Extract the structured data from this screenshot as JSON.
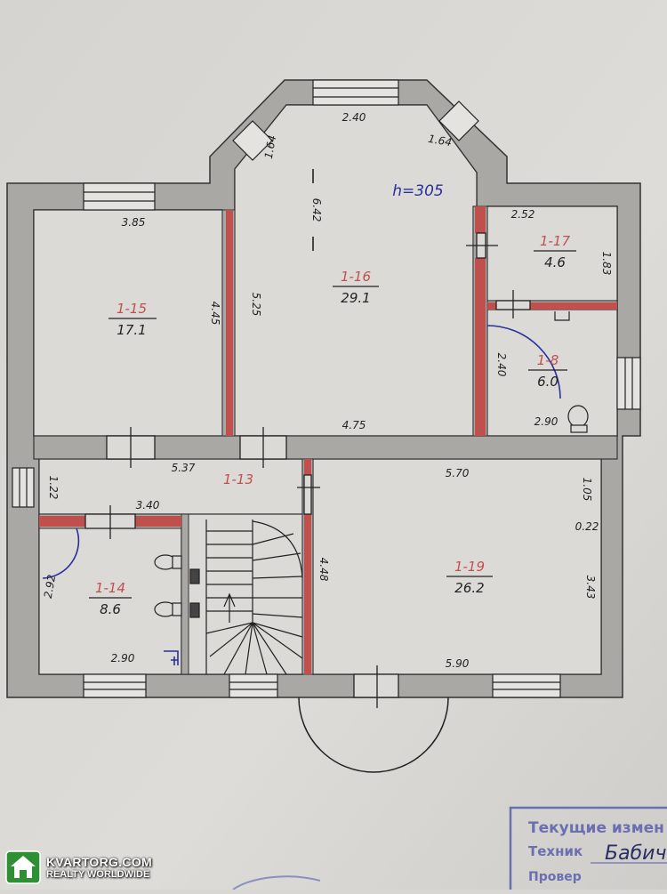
{
  "plan": {
    "height_note": "h=305",
    "rooms": [
      {
        "id": "1-15",
        "area": "17.1"
      },
      {
        "id": "1-16",
        "area": "29.1"
      },
      {
        "id": "1-17",
        "area": "4.6"
      },
      {
        "id": "1-8",
        "area": "6.0"
      },
      {
        "id": "1-13",
        "area": ""
      },
      {
        "id": "1-14",
        "area": "8.6"
      },
      {
        "id": "1-19",
        "area": "26.2"
      }
    ],
    "dimensions": [
      "3.85",
      "4.45",
      "5.25",
      "2.40",
      "1.64",
      "1.64",
      "6.42",
      "2.52",
      "1.83",
      "4.75",
      "2.40",
      "2.90",
      "5.37",
      "5.70",
      "1.22",
      "3.40",
      "1.05",
      "0.22",
      "2.92",
      "3.43",
      "4.48",
      "2.90",
      "5.90"
    ]
  },
  "stamp": {
    "line1": "Текущие измен",
    "line2": "Техник",
    "signature": "Бабич",
    "line3": "Провер"
  },
  "watermark": {
    "brand": "KVARTORG.COM",
    "tagline": "REALTY WORLDWIDE"
  },
  "colors": {
    "paper": "#d9d7d3",
    "wall": "#a9a8a4",
    "partition": "#c0504d",
    "ink": "#222",
    "blue_ink": "#2a2f9a"
  }
}
